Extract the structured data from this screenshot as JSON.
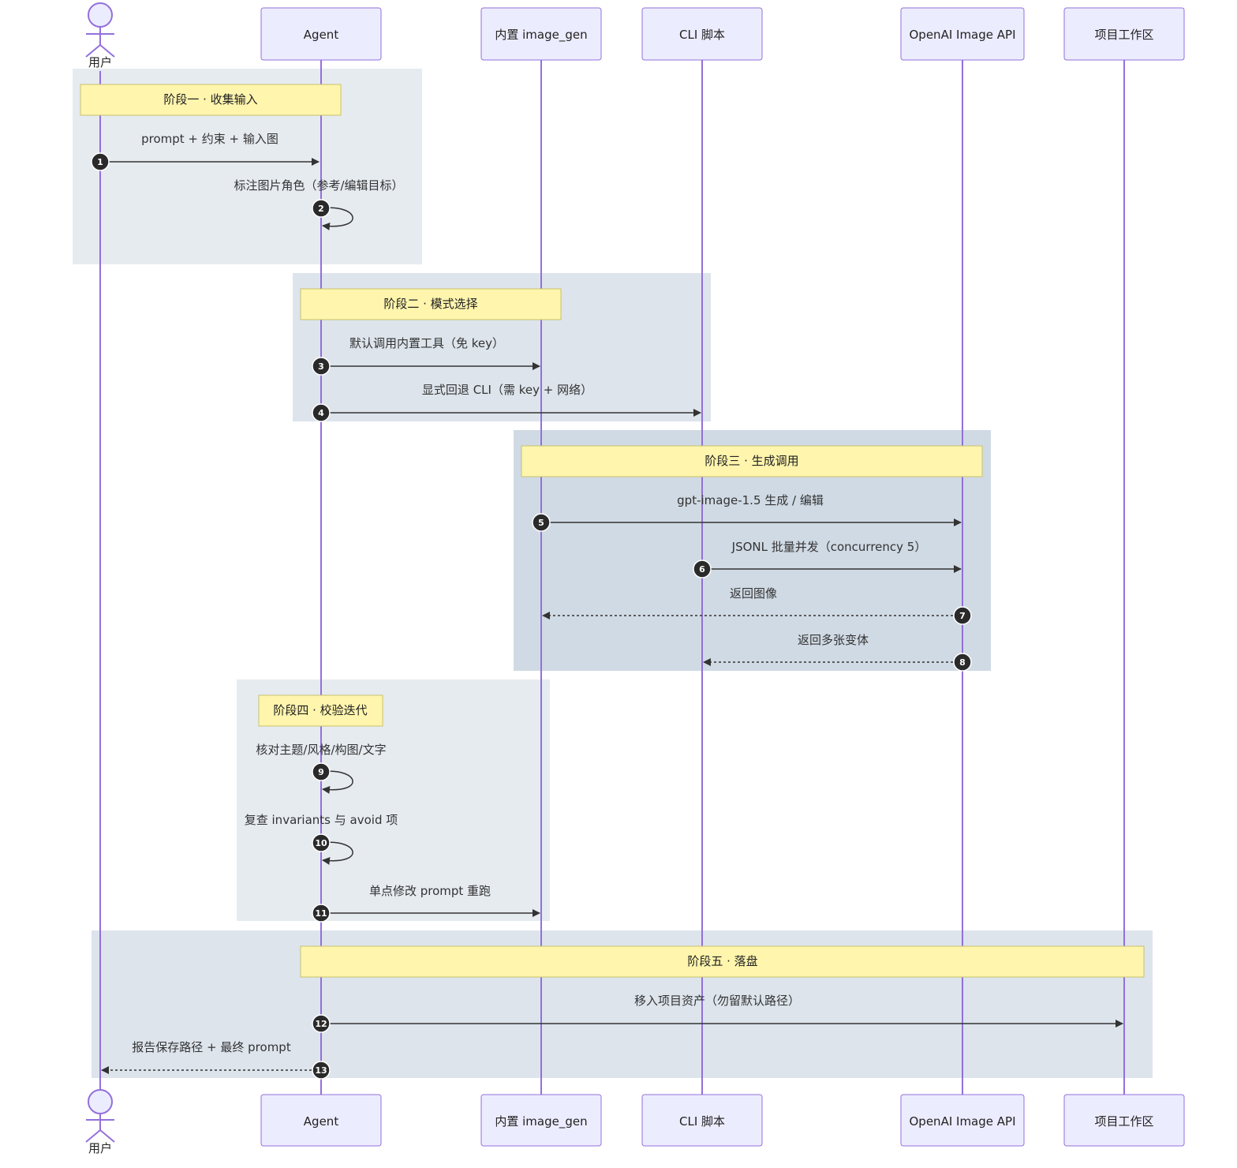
{
  "participants": [
    {
      "id": "user",
      "label": "用户",
      "kind": "actor"
    },
    {
      "id": "agent",
      "label": "Agent",
      "kind": "box"
    },
    {
      "id": "imggen",
      "label": "内置 image_gen",
      "kind": "box"
    },
    {
      "id": "cli",
      "label": "CLI 脚本",
      "kind": "box"
    },
    {
      "id": "api",
      "label": "OpenAI Image API",
      "kind": "box"
    },
    {
      "id": "ws",
      "label": "项目工作区",
      "kind": "box"
    }
  ],
  "phases": [
    {
      "label": "阶段一 · 收集输入"
    },
    {
      "label": "阶段二 · 模式选择"
    },
    {
      "label": "阶段三 · 生成调用"
    },
    {
      "label": "阶段四 · 校验迭代"
    },
    {
      "label": "阶段五 · 落盘"
    }
  ],
  "messages": [
    {
      "num": "1",
      "from": "user",
      "to": "agent",
      "text": "prompt + 约束 + 输入图",
      "style": "solid"
    },
    {
      "num": "2",
      "from": "agent",
      "to": "agent",
      "text": "标注图片角色（参考/编辑目标）",
      "style": "solid"
    },
    {
      "num": "3",
      "from": "agent",
      "to": "imggen",
      "text": "默认调用内置工具（免 key）",
      "style": "solid"
    },
    {
      "num": "4",
      "from": "agent",
      "to": "cli",
      "text": "显式回退 CLI（需 key + 网络）",
      "style": "solid"
    },
    {
      "num": "5",
      "from": "imggen",
      "to": "api",
      "text": "gpt-image-1.5 生成 / 编辑",
      "style": "solid"
    },
    {
      "num": "6",
      "from": "cli",
      "to": "api",
      "text": "JSONL 批量并发（concurrency 5）",
      "style": "solid"
    },
    {
      "num": "7",
      "from": "api",
      "to": "imggen",
      "text": "返回图像",
      "style": "dashed"
    },
    {
      "num": "8",
      "from": "api",
      "to": "cli",
      "text": "返回多张变体",
      "style": "dashed"
    },
    {
      "num": "9",
      "from": "agent",
      "to": "agent",
      "text": "核对主题/风格/构图/文字",
      "style": "solid"
    },
    {
      "num": "10",
      "from": "agent",
      "to": "agent",
      "text": "复查 invariants 与 avoid 项",
      "style": "solid"
    },
    {
      "num": "11",
      "from": "agent",
      "to": "imggen",
      "text": "单点修改 prompt 重跑",
      "style": "solid"
    },
    {
      "num": "12",
      "from": "agent",
      "to": "ws",
      "text": "移入项目资产（勿留默认路径）",
      "style": "solid"
    },
    {
      "num": "13",
      "from": "agent",
      "to": "user",
      "text": "报告保存路径 + 最终 prompt",
      "style": "dashed"
    }
  ]
}
